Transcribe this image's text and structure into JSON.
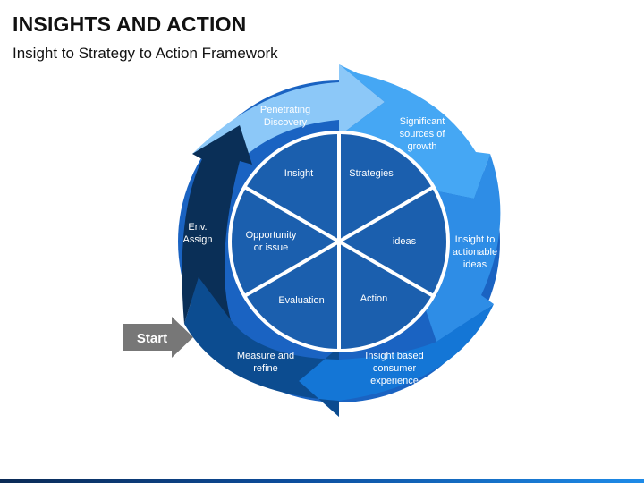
{
  "title": "INSIGHTS AND ACTION",
  "subtitle": "Insight to Strategy to Action Framework",
  "colors": {
    "ring_base": "#1a63c2",
    "inner_circle": "#1b5fae",
    "divider": "#ffffff",
    "start_arrow": "#777777",
    "arrow_light": "#8cc8f8",
    "arrow_mid": "#45a7f4",
    "arrow_blue": "#2e8de6",
    "arrow_deep": "#1476d6",
    "arrow_navy": "#0c4c90",
    "arrow_dark": "#0a2f57",
    "arrow_dark_blue": "#0e5aa5"
  },
  "ring": [
    {
      "lines": [
        "Penetrating",
        "Discovery"
      ]
    },
    {
      "lines": [
        "Significant",
        "sources of",
        "growth"
      ]
    },
    {
      "lines": [
        "Insight to",
        "actionable",
        "ideas"
      ]
    },
    {
      "lines": [
        "Insight based",
        "consumer",
        "experience"
      ]
    },
    {
      "lines": [
        "Measure and",
        "refine"
      ]
    },
    {
      "lines": [
        "Env.",
        "Assign"
      ]
    }
  ],
  "segments": [
    {
      "lines": [
        "Insight"
      ]
    },
    {
      "lines": [
        "Strategies"
      ]
    },
    {
      "lines": [
        "ideas"
      ]
    },
    {
      "lines": [
        "Action"
      ]
    },
    {
      "lines": [
        "Evaluation"
      ]
    },
    {
      "lines": [
        "Opportunity",
        "or issue"
      ]
    }
  ],
  "start_label": "Start"
}
